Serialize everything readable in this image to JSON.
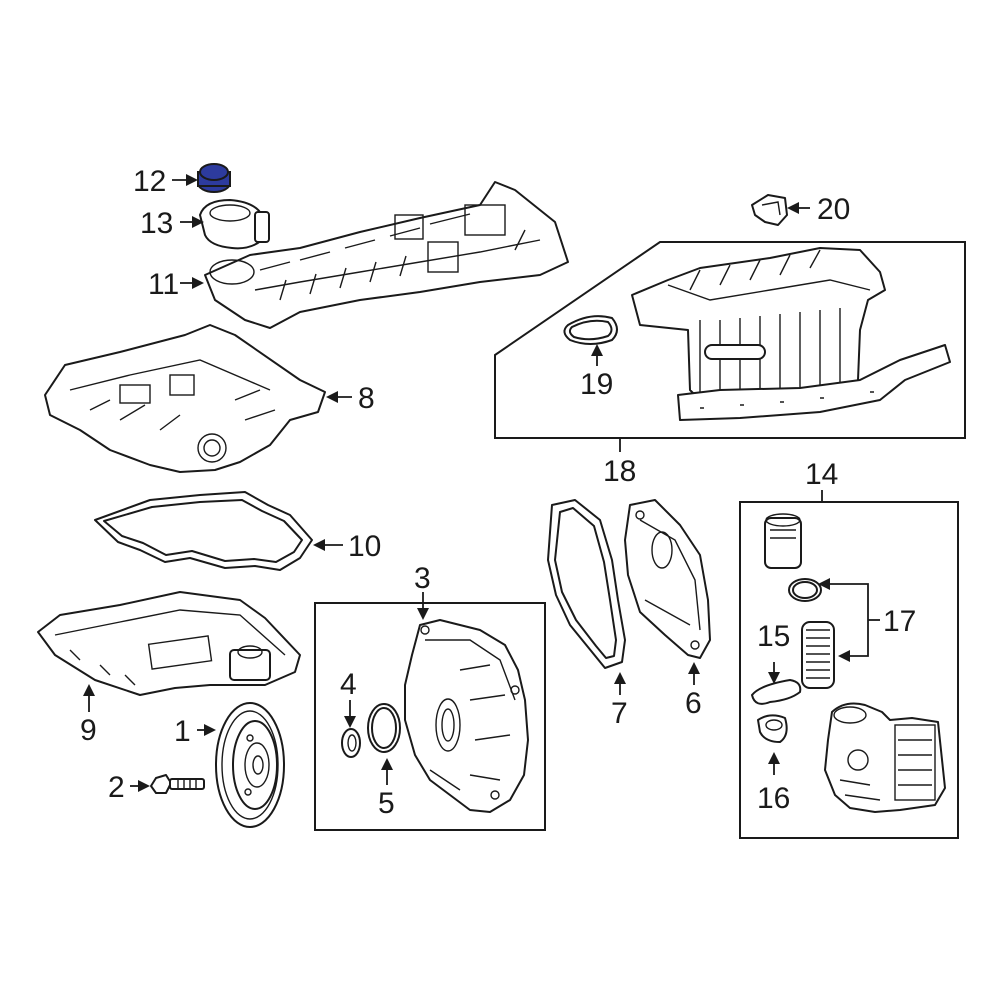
{
  "highlight_color": "#2d3b9e",
  "highlighted_part": "12",
  "callouts": {
    "c1": "1",
    "c2": "2",
    "c3": "3",
    "c4": "4",
    "c5": "5",
    "c6": "6",
    "c7": "7",
    "c8": "8",
    "c9": "9",
    "c10": "10",
    "c11": "11",
    "c12": "12",
    "c13": "13",
    "c14": "14",
    "c15": "15",
    "c16": "16",
    "c17": "17",
    "c18": "18",
    "c19": "19",
    "c20": "20"
  }
}
